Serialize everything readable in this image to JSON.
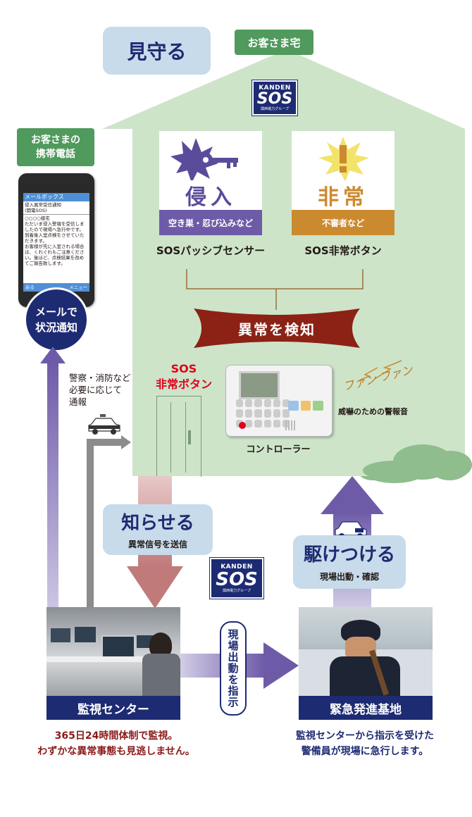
{
  "top": {
    "mimamoru": "見守る",
    "customer_home": "お客さま宅"
  },
  "logo": {
    "brand": "KANDEN",
    "mark": "SOS",
    "group": "関西電力グループ"
  },
  "sensors": {
    "intrusion": {
      "kanji": "侵入",
      "sub": "空き巣・忍び込みなど",
      "caption": "SOSパッシブセンサー"
    },
    "emergency": {
      "kanji": "非常",
      "sub": "不審者など",
      "caption": "SOS非常ボタン"
    }
  },
  "detect": "異常を検知",
  "sos_button_label": "SOS\n非常ボタン",
  "controller": {
    "caption": "コントローラー",
    "alarm_sound": "ファン ファン",
    "alarm_desc": "威嚇のための警報音"
  },
  "phone": {
    "badge": "お客さまの\n携帯電話",
    "menu_title": "メールボックス",
    "subject": "侵入異常受信通知\n(関電SOS)",
    "body": "○○○○様宅\nただいま侵入警報を受信しましたので現場へ急行中です。到着後入室点検をさせていただきます。\nお客様が先に入室される場合は、くれぐれもご注意ください。後ほど、点検結果を改めてご報告致します。",
    "soft_left": "戻る",
    "soft_right": "メニュー",
    "circle": "メールで\n状況通知"
  },
  "police": "警察・消防など\n必要に応じて\n通報",
  "notify": {
    "title": "知らせる",
    "sub": "異常信号を送信"
  },
  "rush": {
    "title": "駆けつける",
    "sub": "現場出動・確認"
  },
  "dispatch_vertical": "現場出動を指示",
  "monitor": {
    "label": "監視センター",
    "desc": "365日24時間体制で監視。\nわずかな異常事態も見逃しません。"
  },
  "base": {
    "label": "緊急発進基地",
    "desc": "監視センターから指示を受けた\n警備員が現場に急行します。"
  },
  "colors": {
    "house": "#cde4c9",
    "navy": "#1d2b73",
    "purple": "#6e5ba8",
    "orange": "#cc8a2f",
    "red": "#e0001b",
    "dark_red": "#8b1a1a",
    "pink_arrow": "#d69b9b",
    "violet_arrow": "#7d6db3"
  }
}
